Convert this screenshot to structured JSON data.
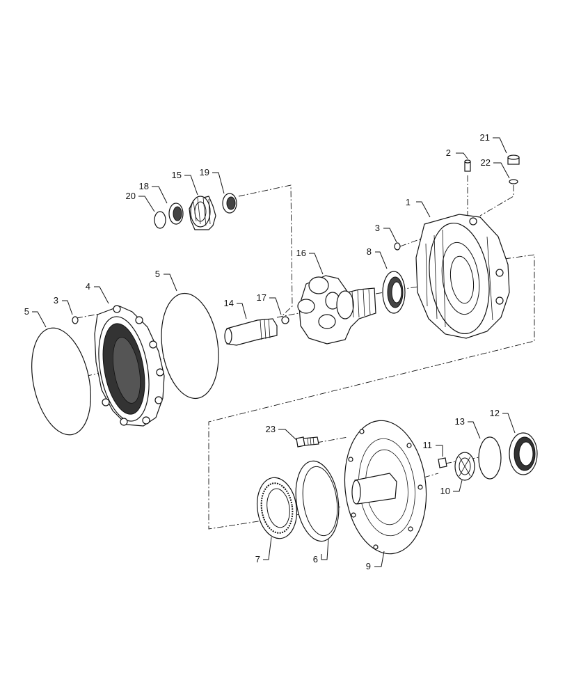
{
  "callouts": {
    "c1": "1",
    "c2": "2",
    "c3a": "3",
    "c3b": "3",
    "c4": "4",
    "c5a": "5",
    "c5b": "5",
    "c6": "6",
    "c7": "7",
    "c8": "8",
    "c9": "9",
    "c10": "10",
    "c11": "11",
    "c12": "12",
    "c13": "13",
    "c14": "14",
    "c15": "15",
    "c16": "16",
    "c17": "17",
    "c18": "18",
    "c19": "19",
    "c20": "20",
    "c21": "21",
    "c22": "22",
    "c23": "23"
  }
}
